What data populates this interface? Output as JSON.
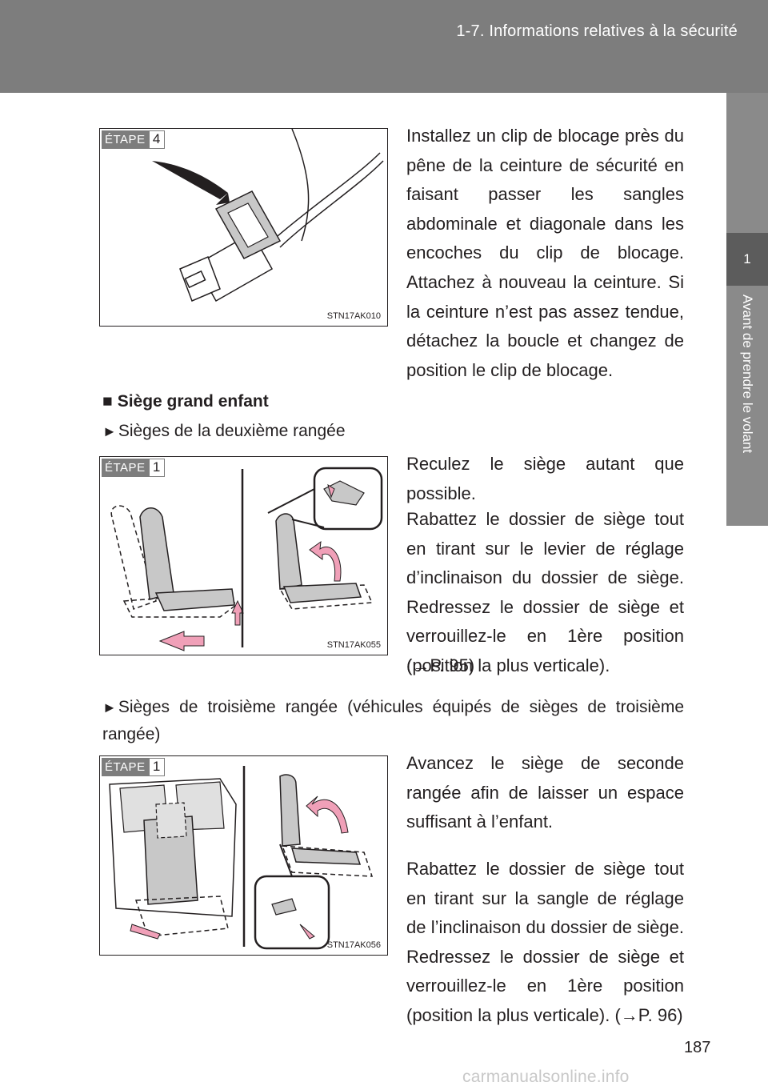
{
  "header": {
    "section_title": "1-7. Informations relatives à la sécurité"
  },
  "side_tab": {
    "chapter_number": "1",
    "chapter_title": "Avant de prendre le volant"
  },
  "step4": {
    "etape_label": "ÉTAPE",
    "etape_number": "4",
    "figure_code": "STN17AK010",
    "text": "Installez un clip de blocage près du pêne de la ceinture de sécurité en faisant passer les sangles abdominale et diagonale dans les encoches du clip de blocage. Attachez à nouveau la ceinture. Si la ceinture n’est pas assez tendue, détachez la boucle et changez de position le clip de blocage."
  },
  "section": {
    "bullet": "■",
    "title": "Siège grand enfant"
  },
  "second_row": {
    "marker": "►",
    "title": "Sièges de la deuxième rangée",
    "etape_label": "ÉTAPE",
    "etape_number": "1",
    "figure_code": "STN17AK055",
    "text1": "Reculez le siège autant que possible.",
    "text2": "Rabattez le dossier de siège tout en tirant sur le levier de réglage d’inclinaison du dossier de siège. Redressez le dossier de siège et verrouillez-le en 1ère position (position la plus verticale).",
    "ref": "(→P. 95)"
  },
  "third_row": {
    "marker": "►",
    "title": "Sièges de troisième rangée (véhicules équipés de sièges de troisième rangée)",
    "etape_label": "ÉTAPE",
    "etape_number": "1",
    "figure_code": "STN17AK056",
    "text1": "Avancez le siège de seconde rangée afin de laisser un espace suffisant à l’enfant.",
    "text2": "Rabattez le dossier de siège tout en tirant sur la sangle de réglage de l’inclinaison du dossier de siège. Redressez le dossier de siège et verrouillez-le en 1ère position (position la plus verticale). (→P. 96)"
  },
  "page_number": "187",
  "watermark": "carmanualsonline.info",
  "colors": {
    "header_gray": "#7d7d7d",
    "side_dark": "#5c5c5c",
    "arrow_pink": "#f0a0b8"
  }
}
